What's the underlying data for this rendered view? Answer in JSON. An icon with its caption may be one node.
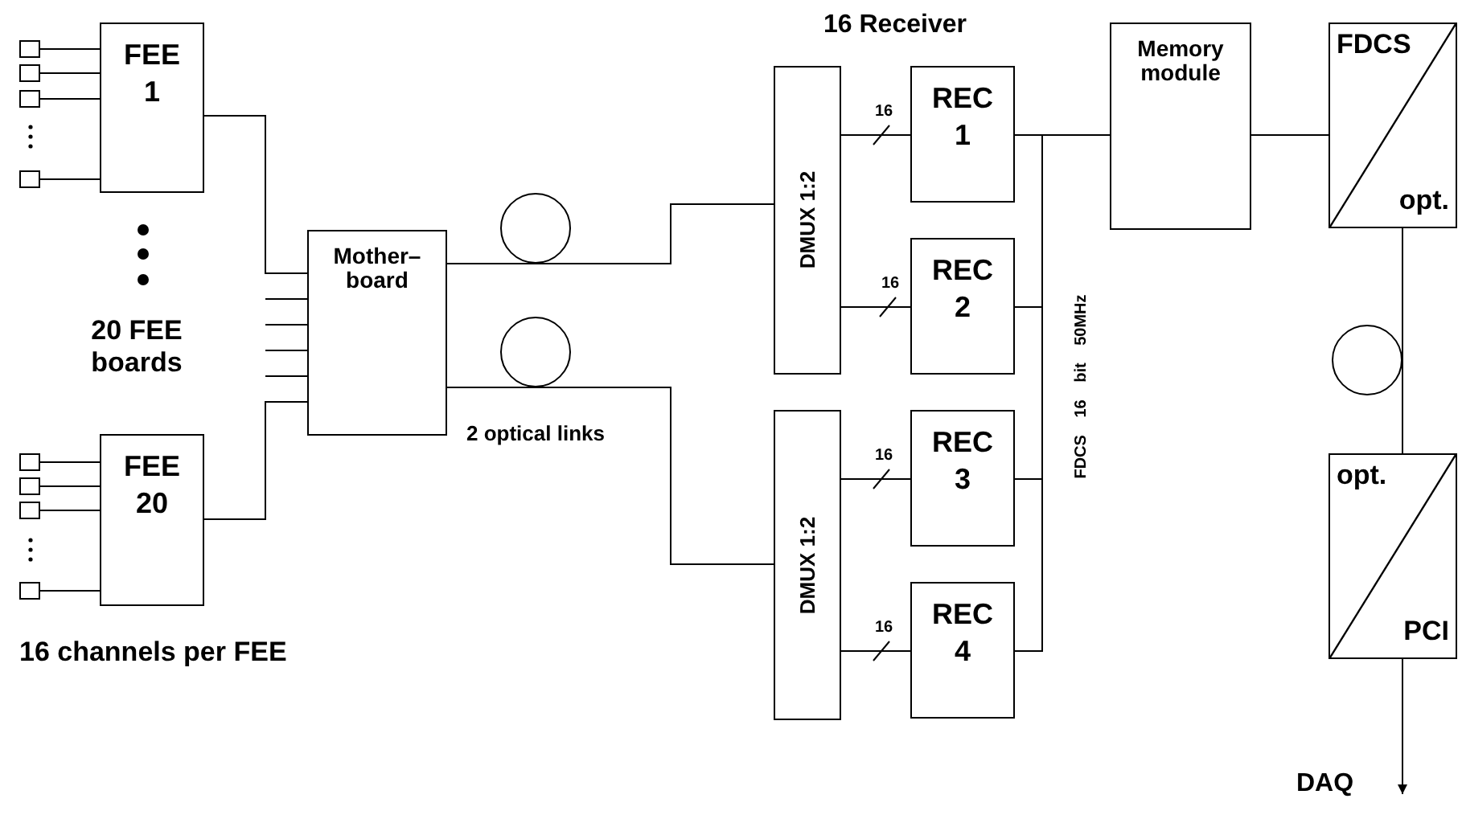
{
  "diagram": {
    "nodes": [
      {
        "text": [
          "FEE 1"
        ]
      },
      {
        "text": [
          "FEE 20"
        ]
      },
      {
        "text": [
          "Mother– board"
        ]
      },
      {
        "text": [],
        "shape": "circle"
      },
      {
        "text": [],
        "shape": "circle"
      },
      {
        "text": [
          "DMUX 1:2"
        ]
      },
      {
        "text": [
          "DMUX 1:2"
        ]
      },
      {
        "text": [
          "REC 1"
        ]
      },
      {
        "text": [
          "REC 2"
        ]
      },
      {
        "text": [
          "REC 3"
        ]
      },
      {
        "text": [
          "REC 4"
        ]
      },
      {
        "text": [
          "Memory module"
        ]
      },
      {
        "text": [
          "FDCS",
          "opt."
        ]
      },
      {
        "text": [],
        "shape": "circle"
      },
      {
        "text": [
          "opt.",
          "PCI"
        ]
      },
      {
        "text": [],
        "shape": "box"
      },
      {
        "text": [],
        "shape": "box"
      },
      {
        "text": [],
        "shape": "box"
      },
      {
        "text": [],
        "shape": "box"
      },
      {
        "text": [],
        "shape": "box"
      },
      {
        "text": [],
        "shape": "box"
      },
      {
        "text": [],
        "shape": "box"
      },
      {
        "text": [],
        "shape": "box"
      }
    ],
    "edges": [
      {
        "from": 15,
        "to": 0,
        "arrow": "none"
      },
      {
        "from": 16,
        "to": 0,
        "arrow": "none"
      },
      {
        "from": 17,
        "to": 0,
        "arrow": "none"
      },
      {
        "from": 18,
        "to": 0,
        "arrow": "none"
      },
      {
        "from": 19,
        "to": 1,
        "arrow": "none"
      },
      {
        "from": 20,
        "to": 1,
        "arrow": "none"
      },
      {
        "from": 21,
        "to": 1,
        "arrow": "none"
      },
      {
        "from": 22,
        "to": 1,
        "arrow": "none"
      },
      {
        "from": 0,
        "to": 2,
        "arrow": "none"
      },
      {
        "from": null,
        "to": 2,
        "arrow": "none"
      },
      {
        "from": null,
        "to": 2,
        "arrow": "none"
      },
      {
        "from": null,
        "to": 2,
        "arrow": "none"
      },
      {
        "from": null,
        "to": 2,
        "arrow": "none"
      },
      {
        "from": 1,
        "to": 2,
        "arrow": "none"
      },
      {
        "from": 2,
        "to": 3,
        "arrow": "none"
      },
      {
        "from": 3,
        "to": 5,
        "arrow": "none"
      },
      {
        "from": 2,
        "to": 4,
        "arrow": "none"
      },
      {
        "from": 4,
        "to": 6,
        "arrow": "none"
      },
      {
        "from": 5,
        "to": 7,
        "arrow": "none",
        "label": "16"
      },
      {
        "from": 5,
        "to": 8,
        "arrow": "none",
        "label": "16"
      },
      {
        "from": 6,
        "to": 9,
        "arrow": "none",
        "label": "16"
      },
      {
        "from": 6,
        "to": 10,
        "arrow": "none",
        "label": "16"
      },
      {
        "from": 7,
        "to": 11,
        "arrow": "none"
      },
      {
        "from": 8,
        "to": 11,
        "arrow": "none"
      },
      {
        "from": 9,
        "to": 11,
        "arrow": "none"
      },
      {
        "from": 10,
        "to": 11,
        "arrow": "none"
      },
      {
        "from": 11,
        "to": 12,
        "arrow": "none"
      },
      {
        "from": 12,
        "to": 13,
        "arrow": "none"
      },
      {
        "from": 13,
        "to": 14,
        "arrow": "none"
      },
      {
        "from": 14,
        "to": null,
        "arrow": "to"
      }
    ],
    "labels": [
      "16 Receiver",
      "20 FEE boards",
      "2 optical links",
      "16 channels per FEE",
      "FDCS 16 bit 50MHz",
      "DAQ"
    ]
  }
}
